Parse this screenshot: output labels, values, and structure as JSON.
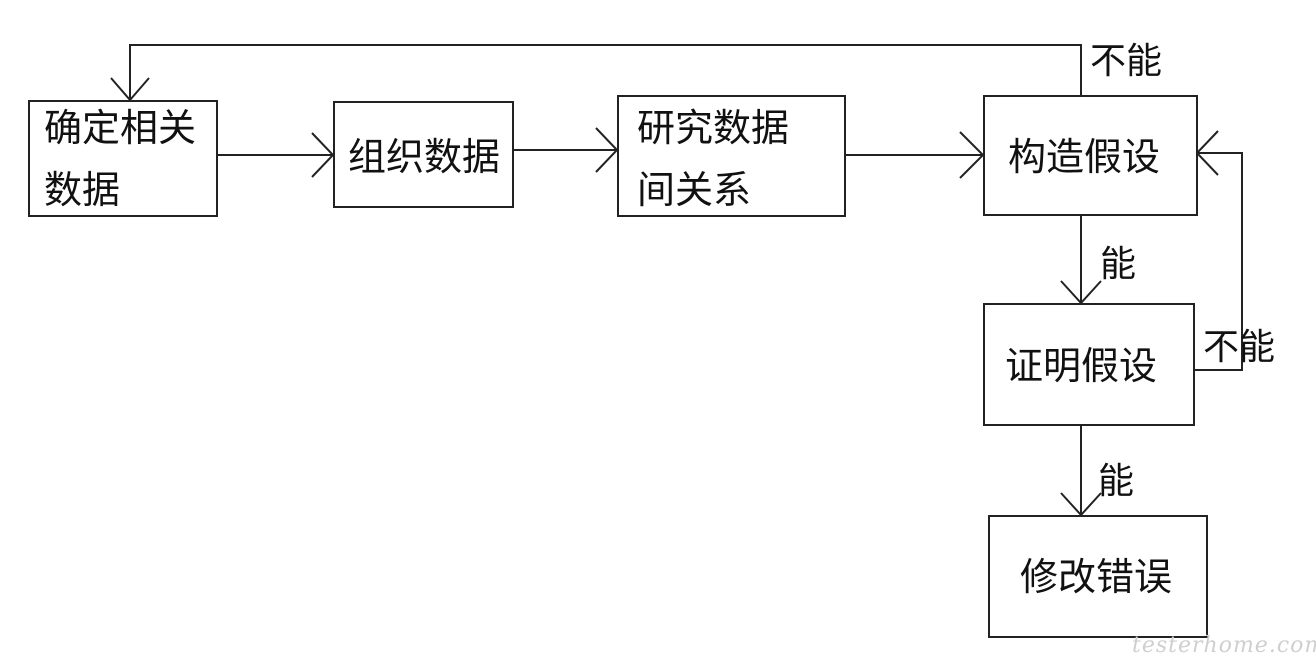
{
  "nodes": {
    "determine_data": {
      "label": "确定相关\n数据"
    },
    "organize_data": {
      "label": "组织数据"
    },
    "study_relations": {
      "label": "研究数据\n间关系"
    },
    "construct_hypothesis": {
      "label": "构造假设"
    },
    "prove_hypothesis": {
      "label": "证明假设"
    },
    "fix_errors": {
      "label": "修改错误"
    }
  },
  "edges": {
    "construct_to_prove": {
      "label": "能"
    },
    "prove_to_fix": {
      "label": "能"
    },
    "prove_back_to_construct": {
      "label": "不能"
    },
    "construct_back_to_determine": {
      "label": "不能"
    }
  },
  "watermark": "testerhome.com",
  "colors": {
    "stroke": "#222222",
    "text": "#111111",
    "watermark": "#cfcfcf"
  }
}
